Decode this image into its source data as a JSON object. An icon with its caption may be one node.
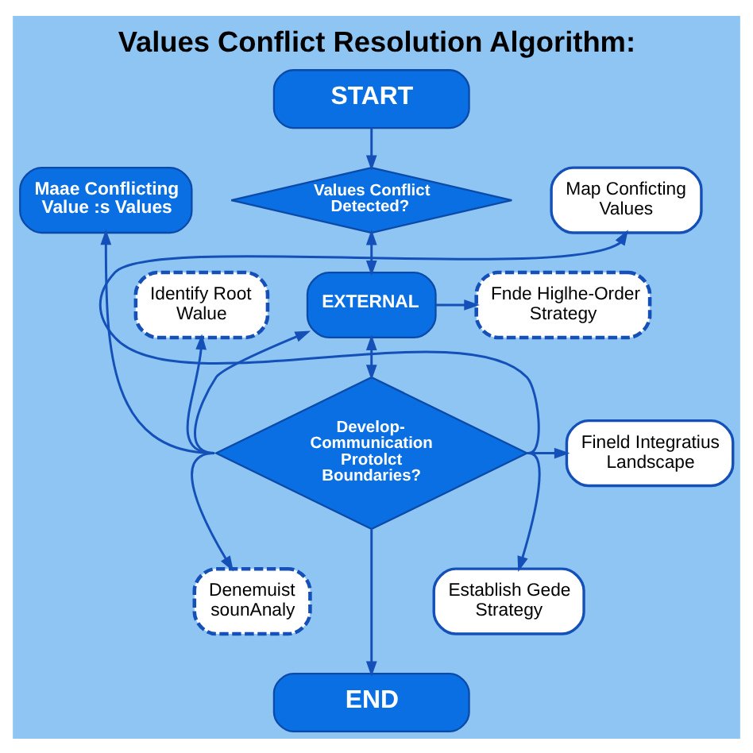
{
  "diagram": {
    "title": "Values Conflict Resolution Algorithm:",
    "nodes": [
      {
        "text": [
          "START"
        ]
      },
      {
        "text": [
          "Values Conflict Detected?"
        ]
      },
      {
        "text": [
          "Map Conficting Values"
        ]
      },
      {
        "text": [
          "Maae Conflicting Value :s Values"
        ]
      },
      {
        "text": [
          "EXTERNAL"
        ]
      },
      {
        "text": [
          "Fnde Higlhe-Order Strategy"
        ]
      },
      {
        "text": [
          "Identify Root Walue"
        ]
      },
      {
        "text": [
          "Develop- Communication Protolct Boundaries?"
        ]
      },
      {
        "text": [
          "Fineld Integratius Landscape"
        ]
      },
      {
        "text": [
          "Denemuist sounAnaly"
        ]
      },
      {
        "text": [
          "Establish Gede Strategy"
        ]
      },
      {
        "text": [
          "END"
        ]
      }
    ],
    "edges": [
      {
        "from": 0,
        "to": 1,
        "arrow": "to"
      },
      {
        "from": 1,
        "to": 4,
        "arrow": "both"
      },
      {
        "from": 7,
        "to": 3,
        "arrow": "to"
      },
      {
        "from": 7,
        "to": 6,
        "arrow": "to"
      },
      {
        "from": 7,
        "to": 9,
        "arrow": "to"
      },
      {
        "from": 4,
        "to": 7,
        "arrow": "both"
      },
      {
        "from": 7,
        "to": 4,
        "arrow": "to"
      },
      {
        "from": 7,
        "to": 11,
        "arrow": "to"
      },
      {
        "from": 4,
        "to": 5,
        "arrow": "to"
      },
      {
        "from": 7,
        "to": 2,
        "arrow": "to"
      },
      {
        "from": 7,
        "to": 8,
        "arrow": "to"
      },
      {
        "from": 7,
        "to": 10,
        "arrow": "to"
      }
    ]
  }
}
